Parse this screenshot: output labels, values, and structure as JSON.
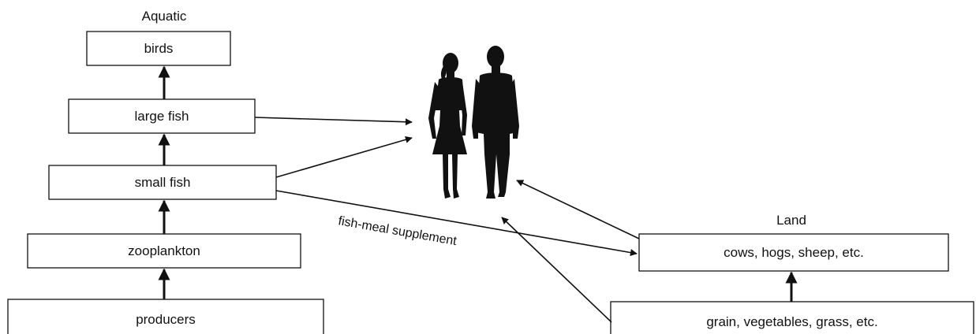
{
  "headings": {
    "aquatic": "Aquatic",
    "land": "Land"
  },
  "nodes": {
    "birds": "birds",
    "large_fish": "large fish",
    "small_fish": "small fish",
    "zooplankton": "zooplankton",
    "producers": "producers",
    "livestock": "cows, hogs, sheep, etc.",
    "crops": "grain, vegetables, grass, etc."
  },
  "edge_labels": {
    "fish_meal": "fish-meal supplement"
  },
  "icons": {
    "humans": "people-silhouette-icon"
  },
  "colors": {
    "ink": "#111111",
    "background": "#ffffff"
  }
}
